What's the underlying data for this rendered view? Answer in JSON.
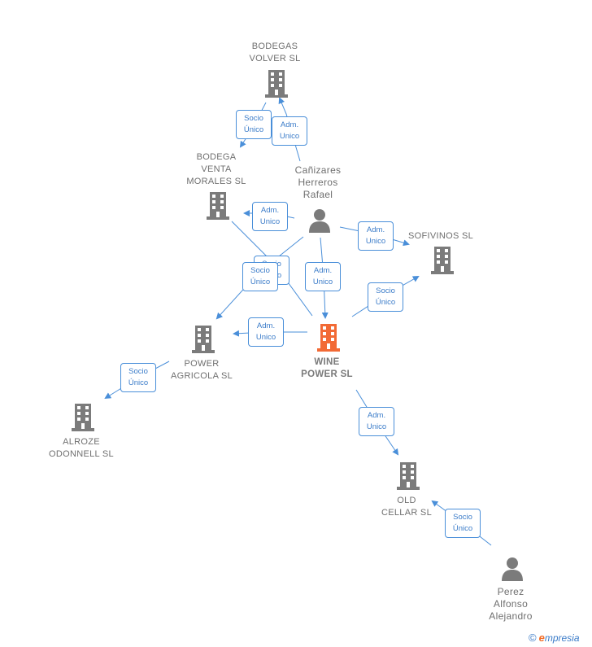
{
  "companies": {
    "bodegas_volver": {
      "label": "BODEGAS\nVOLVER SL"
    },
    "bodega_venta": {
      "label": "BODEGA\nVENTA\nMORALES SL"
    },
    "sofivinos": {
      "label": "SOFIVINOS SL"
    },
    "power_agricola": {
      "label": "POWER\nAGRICOLA  SL"
    },
    "wine_power": {
      "label": "WINE\nPOWER  SL"
    },
    "alroze": {
      "label": "ALROZE\nODONNELL  SL"
    },
    "old_cellar": {
      "label": "OLD\nCELLAR  SL"
    }
  },
  "persons": {
    "canizares": {
      "label": "Cañizares\nHerreros\nRafael"
    },
    "perez": {
      "label": "Perez\nAlfonso\nAlejandro"
    }
  },
  "relations": {
    "r1": {
      "l1": "Socio",
      "l2": "Único"
    },
    "r2": {
      "l1": "Adm.",
      "l2": "Unico"
    },
    "r3": {
      "l1": "Adm.",
      "l2": "Unico"
    },
    "r4": {
      "l1": "Adm.",
      "l2": "Unico"
    },
    "r5": {
      "l1": "Socio",
      "l2": "Único"
    },
    "r6": {
      "l1": "Socio",
      "l2": "Único"
    },
    "r7": {
      "l1": "Adm.",
      "l2": "Unico"
    },
    "r8": {
      "l1": "Socio",
      "l2": "Único"
    },
    "r9": {
      "l1": "Adm.",
      "l2": "Unico"
    },
    "r10": {
      "l1": "Socio",
      "l2": "Único"
    },
    "r11": {
      "l1": "Adm.",
      "l2": "Unico"
    },
    "r12": {
      "l1": "Socio",
      "l2": "Único"
    }
  },
  "colors": {
    "building_gray": "#7b7b7b",
    "building_main": "#f26a35",
    "edge_blue": "#4a8fd9"
  },
  "footer": {
    "copyright": "©",
    "brand_e": "e",
    "brand_rest": "mpresia"
  }
}
